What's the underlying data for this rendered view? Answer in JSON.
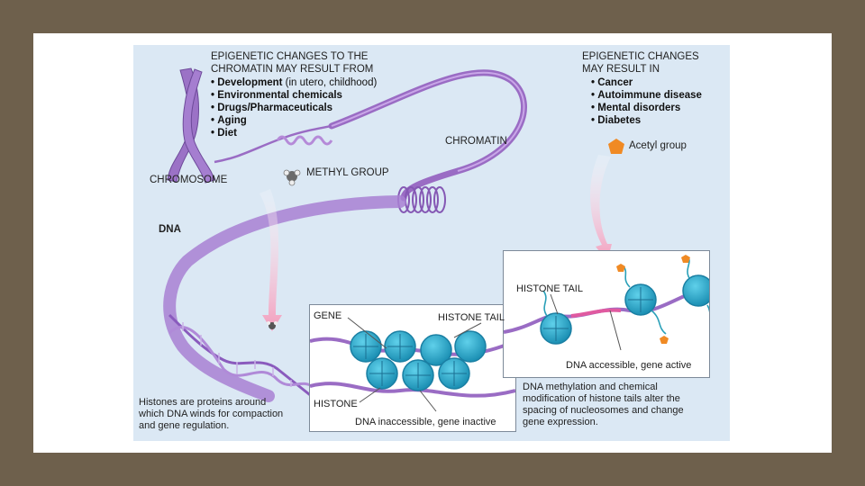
{
  "left_header": {
    "title_line1": "EPIGENETIC CHANGES TO THE",
    "title_line2": "CHROMATIN MAY RESULT FROM",
    "items": [
      {
        "bold": "Development",
        "rest": " (in utero, childhood)"
      },
      {
        "bold": "Environmental chemicals",
        "rest": ""
      },
      {
        "bold": "Drugs/Pharmaceuticals",
        "rest": ""
      },
      {
        "bold": "Aging",
        "rest": ""
      },
      {
        "bold": "Diet",
        "rest": ""
      }
    ]
  },
  "right_header": {
    "title_line1": "EPIGENETIC CHANGES",
    "title_line2": "MAY RESULT IN",
    "items": [
      "Cancer",
      "Autoimmune disease",
      "Mental disorders",
      "Diabetes"
    ]
  },
  "labels": {
    "chromosome": "CHROMOSOME",
    "chromatin": "CHROMATIN",
    "methyl_group": "METHYL GROUP",
    "acetyl_group": "Acetyl group",
    "dna": "DNA",
    "gene": "GENE",
    "histone_tail_left": "HISTONE TAIL",
    "histone_tail_right": "HISTONE TAIL",
    "histone": "HISTONE",
    "dna_inaccessible": "DNA inaccessible, gene inactive",
    "dna_accessible": "DNA accessible, gene active"
  },
  "captions": {
    "histones_line1": "Histones are proteins around",
    "histones_line2": "which DNA winds for compaction",
    "histones_line3": "and gene regulation.",
    "methylation_line1": "DNA methylation and chemical",
    "methylation_line2": "modification of histone tails alter the",
    "methylation_line3": "spacing of nucleosomes and change",
    "methylation_line4": "gene expression."
  },
  "colors": {
    "background": "#6e604c",
    "panel": "#dbe8f4",
    "dna_purple": "#9a6cc4",
    "histone_blue": "#29a8c9",
    "acetyl_orange": "#f08a24",
    "arrow_pink": "#f4b6cc"
  }
}
